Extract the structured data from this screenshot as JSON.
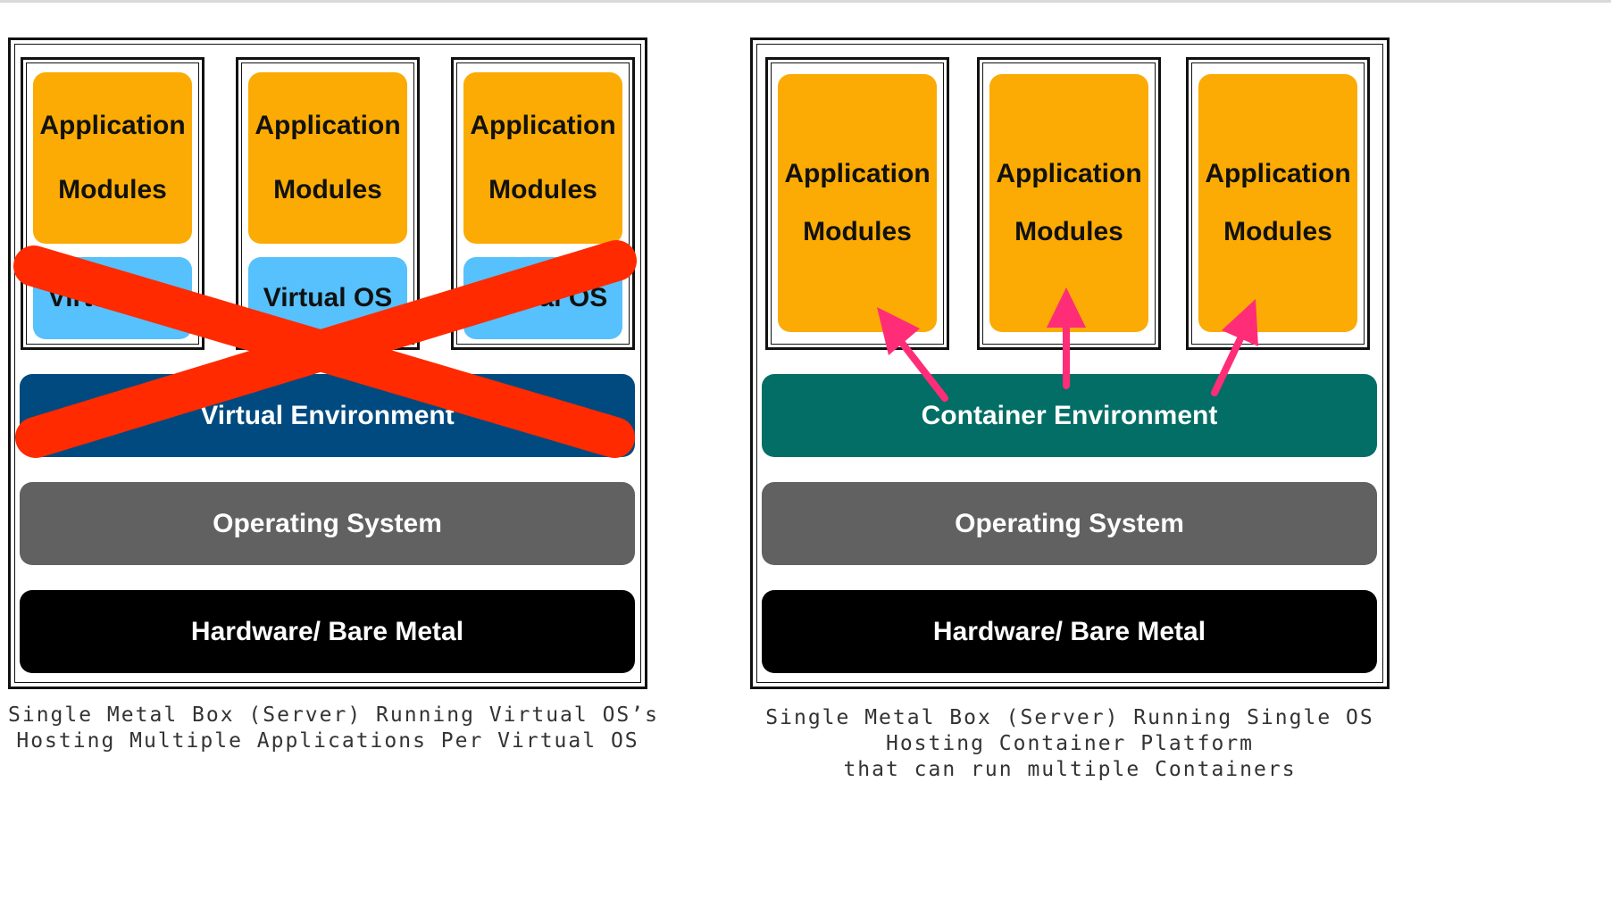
{
  "left": {
    "vms": [
      {
        "app_line1": "Application",
        "app_line2": "Modules",
        "os_label": "Virtual OS"
      },
      {
        "app_line1": "Application",
        "app_line2": "Modules",
        "os_label": "Virtual OS"
      },
      {
        "app_line1": "Application",
        "app_line2": "Modules",
        "os_label": "Virtual OS"
      }
    ],
    "virtual_env": "Virtual Environment",
    "os": "Operating System",
    "hardware": "Hardware/ Bare Metal",
    "caption_line1": "Single Metal Box (Server) Running Virtual OS’s",
    "caption_line2": "Hosting Multiple Applications Per Virtual OS"
  },
  "right": {
    "containers": [
      {
        "app_line1": "Application",
        "app_line2": "Modules"
      },
      {
        "app_line1": "Application",
        "app_line2": "Modules"
      },
      {
        "app_line1": "Application",
        "app_line2": "Modules"
      }
    ],
    "container_env": "Container Environment",
    "os": "Operating System",
    "hardware": "Hardware/ Bare Metal",
    "caption_line1": "Single Metal Box (Server) Running Single OS",
    "caption_line2": "Hosting Container Platform",
    "caption_line3": "that can run multiple Containers"
  },
  "colors": {
    "application": "#fbab03",
    "virtual_os": "#56c1fc",
    "virtual_env": "#004a7f",
    "container_env": "#026e66",
    "os": "#616161",
    "hardware": "#000000",
    "cross": "#ff2a00",
    "arrow": "#ff2d78"
  }
}
